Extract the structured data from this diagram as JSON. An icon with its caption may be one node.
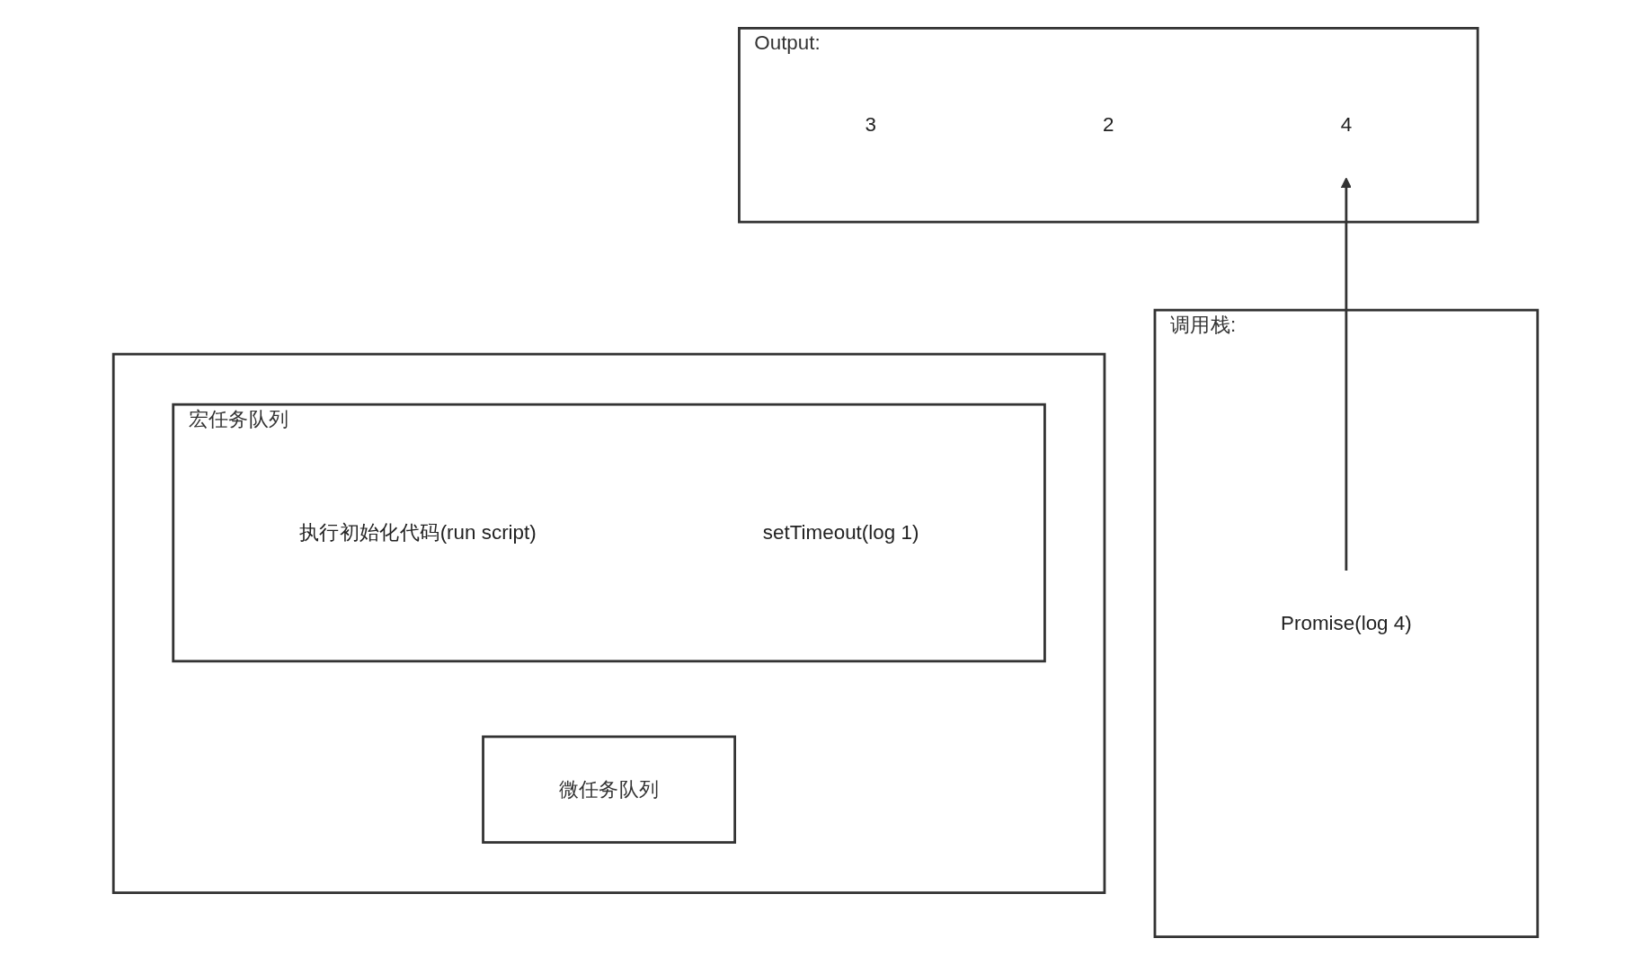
{
  "diagram": {
    "nodes": [
      {
        "text": [
          "Output:"
        ]
      },
      {
        "text": [
          "3"
        ],
        "in": 0
      },
      {
        "text": [
          "2"
        ],
        "in": 0
      },
      {
        "text": [
          "4"
        ],
        "in": 0
      },
      {
        "text": [
          "调用栈:"
        ]
      },
      {
        "text": [
          "Promise(log 4)"
        ],
        "in": 4
      },
      {
        "text": [],
        "shape": "box"
      },
      {
        "text": [
          "宏任务队列"
        ],
        "in": 6
      },
      {
        "text": [
          "执行初始化代码(run script)"
        ],
        "in": 7
      },
      {
        "text": [
          "setTimeout(log 1)"
        ],
        "in": 7
      },
      {
        "text": [
          "微任务队列"
        ],
        "in": 6
      }
    ],
    "edges": [
      {
        "from": 5,
        "to": 3,
        "arrow": "to"
      }
    ]
  }
}
